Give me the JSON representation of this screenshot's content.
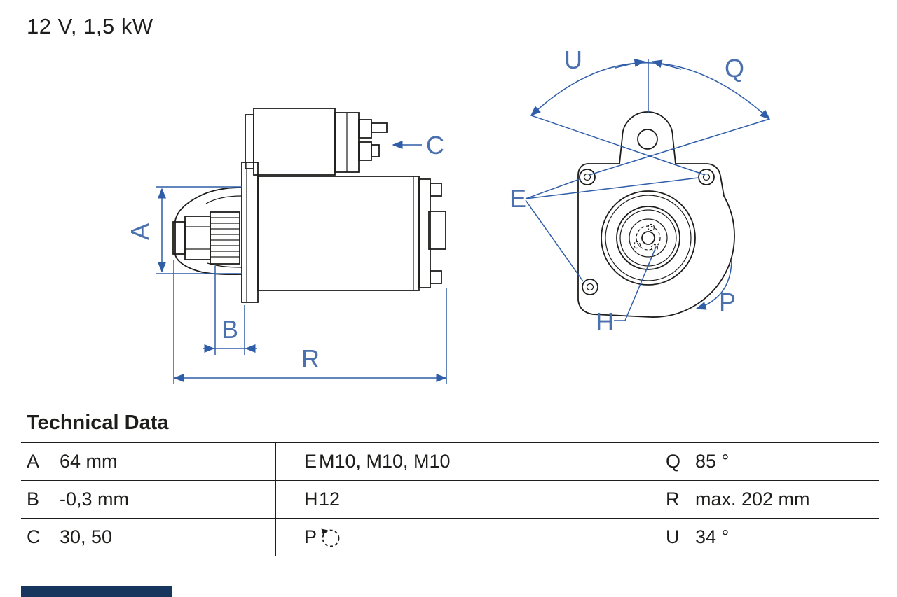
{
  "title": "12 V, 1,5 kW",
  "section_heading": "Technical Data",
  "diagram": {
    "side_view_labels": {
      "A": "A",
      "B": "B",
      "C": "C",
      "R": "R"
    },
    "front_view_labels": {
      "U": "U",
      "Q": "Q",
      "E": "E",
      "H": "H",
      "P": "P"
    }
  },
  "table": {
    "rows": [
      [
        {
          "k": "A",
          "v": "64 mm"
        },
        {
          "k": "E",
          "v": "M10, M10, M10"
        },
        {
          "k": "Q",
          "v": "85 °"
        }
      ],
      [
        {
          "k": "B",
          "v": "-0,3 mm"
        },
        {
          "k": "H",
          "v": "12"
        },
        {
          "k": "R",
          "v": "max. 202 mm"
        }
      ],
      [
        {
          "k": "C",
          "v": "30, 50"
        },
        {
          "k": "P",
          "v": null
        },
        {
          "k": "U",
          "v": "34 °"
        }
      ]
    ]
  },
  "icons": {
    "rotation_direction": "counterclockwise-rotation"
  },
  "colors": {
    "dimension_blue": "#2f5da8",
    "label_blue": "#4a71ad",
    "line_black": "#1d1d1b",
    "brand_navy": "#17365d"
  }
}
